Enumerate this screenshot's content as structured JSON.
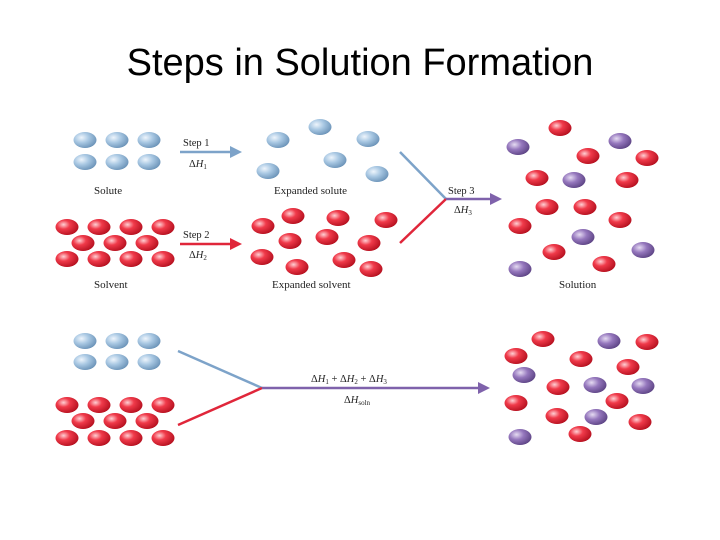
{
  "title": "Steps in Solution Formation",
  "labels": {
    "solute": "Solute",
    "expanded_solute": "Expanded solute",
    "solvent": "Solvent",
    "expanded_solvent": "Expanded solvent",
    "solution": "Solution",
    "step1": "Step 1",
    "step2": "Step 2",
    "step3": "Step 3",
    "dh1": "ΔH1",
    "dh2": "ΔH2",
    "dh3": "ΔH3",
    "sum": "ΔH1 + ΔH2 + ΔH3",
    "dhsoln": "ΔHsoln"
  },
  "colors": {
    "solute": "#9dbedb",
    "solvent": "#e8303f",
    "mixed_purple": "#8e6fb3",
    "arrow_blue": "#7da3c9",
    "arrow_red": "#e0263a",
    "arrow_purple": "#7f62ab"
  }
}
